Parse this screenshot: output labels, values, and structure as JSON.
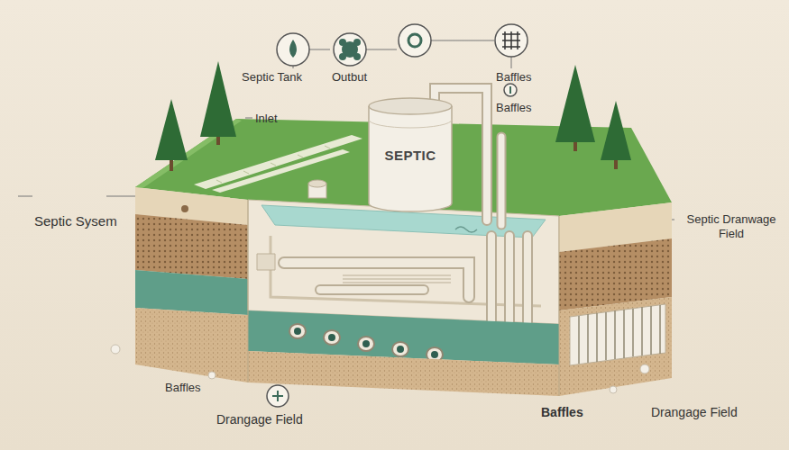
{
  "diagram": {
    "nodes": [
      {
        "text": [
          "SEPTIC"
        ]
      }
    ],
    "labels": [
      "Septic Tank",
      "Outbut",
      "Baffles",
      "Inlet",
      "Baffles",
      "Septic Sysem",
      "Septic Dranwage Field",
      "Baffles",
      "Drangage Field",
      "Baffles",
      "Drangage Field"
    ]
  }
}
